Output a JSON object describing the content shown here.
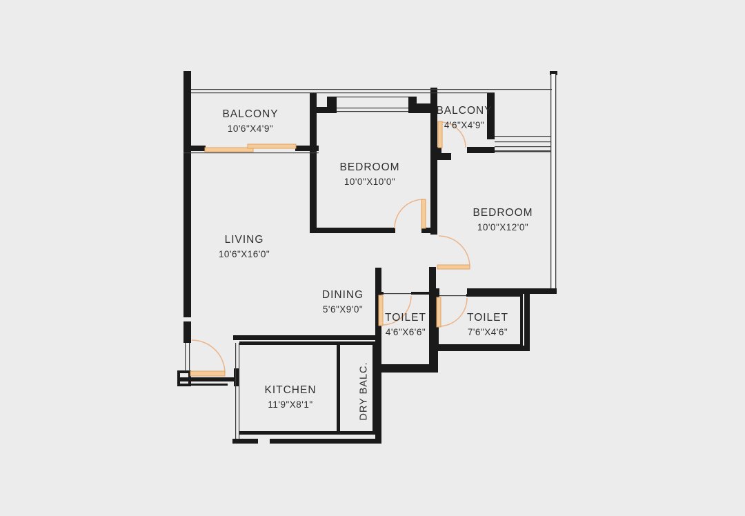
{
  "rooms": [
    {
      "name": "BALCONY",
      "dims": "10'6\"X4'9\""
    },
    {
      "name": "BEDROOM",
      "dims": "10'0\"X10'0\""
    },
    {
      "name": "BALCONY",
      "dims": "4'6\"X4'9\""
    },
    {
      "name": "BEDROOM",
      "dims": "10'0\"X12'0\""
    },
    {
      "name": "LIVING",
      "dims": "10'6\"X16'0\""
    },
    {
      "name": "DINING",
      "dims": "5'6\"X9'0\""
    },
    {
      "name": "TOILET",
      "dims": "4'6\"X6'6\""
    },
    {
      "name": "TOILET",
      "dims": "7'6\"X4'6\""
    },
    {
      "name": "KITCHEN",
      "dims": "11'9\"X8'1\""
    },
    {
      "name": "DRY BALC.",
      "dims": ""
    }
  ],
  "colors": {
    "background": "#ececec",
    "wall": "#1a1a1a",
    "thin_line": "#3d3d3d",
    "door_fill": "#f7cb97",
    "door_edge": "#dca366",
    "arc": "#ecb489",
    "text": "#2f2f2f"
  }
}
